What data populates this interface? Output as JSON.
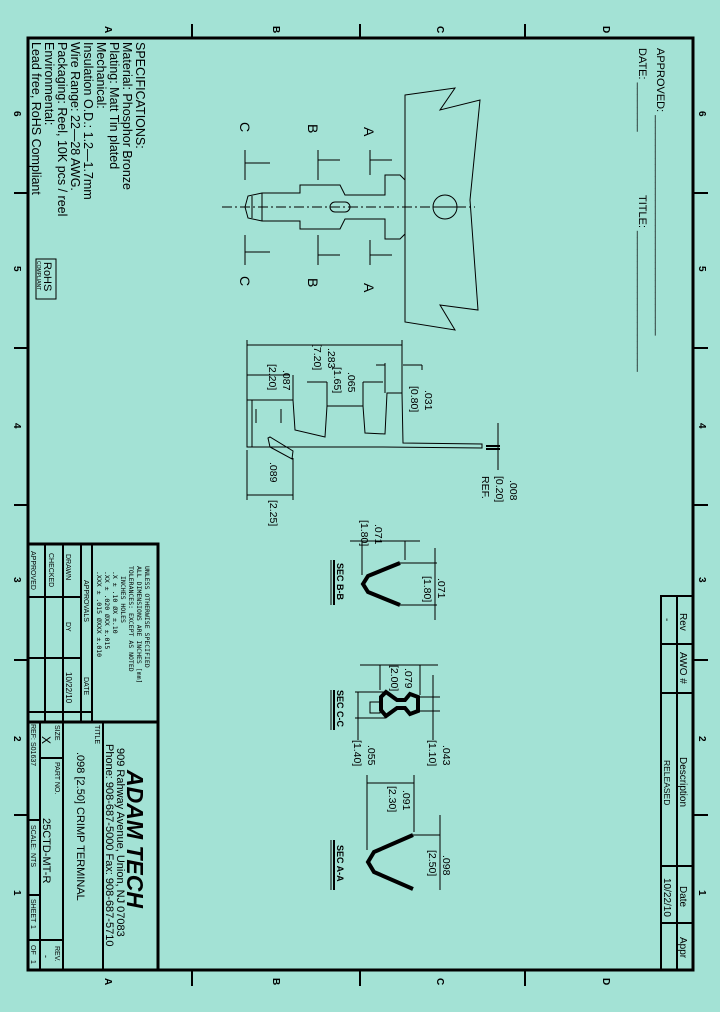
{
  "zones": {
    "letters": [
      "A",
      "B",
      "C",
      "D"
    ],
    "numbers": [
      "6",
      "5",
      "4",
      "3",
      "2",
      "1"
    ]
  },
  "specifications": {
    "heading": "SPECIFICATIONS:",
    "lines": [
      "Material: Phosphor Bronze",
      "Plating: Matt Tin plated",
      "Mechanical:",
      "Insulation O.D.: 1.2—1.7mm",
      "Wire Range: 22—28 AWG.",
      "Packaging: Reel, 10K pcs / reel",
      "Environmental:",
      "Lead free, RoHS Compliant"
    ],
    "rohs_logo": "RoHS COMPLIANT"
  },
  "approval_stamp": {
    "approved": "APPROVED: ____________________________________",
    "date": "DATE: ________",
    "title": "TITLE: _______________________"
  },
  "revision_table": {
    "headers": [
      "Rev",
      "AWO #",
      "Description",
      "Date",
      "Appr"
    ],
    "rows": [
      [
        "-",
        "",
        "RELEASED",
        "10/22/10",
        ""
      ]
    ]
  },
  "views": {
    "section_labels": [
      "A",
      "B",
      "C"
    ],
    "side_dims": [
      {
        "in": ".283",
        "mm": "[7.20]"
      },
      {
        "in": ".087",
        "mm": "[2.20]"
      },
      {
        "in": ".065",
        "mm": "[1.65]"
      },
      {
        "in": ".031",
        "mm": "[0.80]"
      },
      {
        "in": ".089",
        "mm": "[2.25]"
      },
      {
        "in": ".008",
        "mm": "[0.20]",
        "note": "REF."
      }
    ],
    "sections": [
      {
        "title": "SEC B-B",
        "dims": [
          {
            "in": ".071",
            "mm": "[1.80]"
          },
          {
            "in": ".071",
            "mm": "[1.80]"
          }
        ]
      },
      {
        "title": "SEC C-C",
        "dims": [
          {
            "in": ".079",
            "mm": "[2.00]"
          },
          {
            "in": ".055",
            "mm": "[1.40]"
          },
          {
            "in": ".043",
            "mm": "[1.10]"
          }
        ]
      },
      {
        "title": "SEC A-A",
        "dims": [
          {
            "in": ".091",
            "mm": "[2.30]"
          },
          {
            "in": ".098",
            "mm": "[2.50]"
          }
        ]
      }
    ]
  },
  "title_block": {
    "tolerance_lines": [
      "UNLESS OTHERWISE SPECIFIED",
      "ALL DIMENSIONS ARE INCHES [mm]",
      "TOLERANCES: EXCEPT AS NOTED",
      "INCHES                    HOLES",
      ".X    ± .10      ØX     ±.10",
      ".XX   ± .020     ØXX    ±.015",
      ".XXX  ± .015     ØXXX   ±.010"
    ],
    "approvals_label": "APPROVALS",
    "date_label": "DATE",
    "drawn_label": "DRAWN",
    "drawn_by": "DY",
    "drawn_date": "10/22/10",
    "checked_label": "CHECKED",
    "approved_label": "APPROVED",
    "company": "ADAM TECH",
    "address": "909 Rahway Avenue, Union, NJ 07083",
    "phone": "Phone: 908-687-5000 Fax: 908-687-5710",
    "title_label": "TITLE",
    "title": ".098 [2.50] CRIMP TERMINAL",
    "size_label": "SIZE",
    "size": "X",
    "part_no_label": "PART NO.",
    "part_no": "25CTD-MT-R",
    "rev_label": "REV.",
    "rev": "-",
    "ref_label": "REF:",
    "ref": "S01637",
    "scale_label": "SCALE:",
    "scale": "NTS",
    "sheet_label": "SHEET",
    "sheet": "1",
    "of_label": "OF",
    "of": "1"
  }
}
